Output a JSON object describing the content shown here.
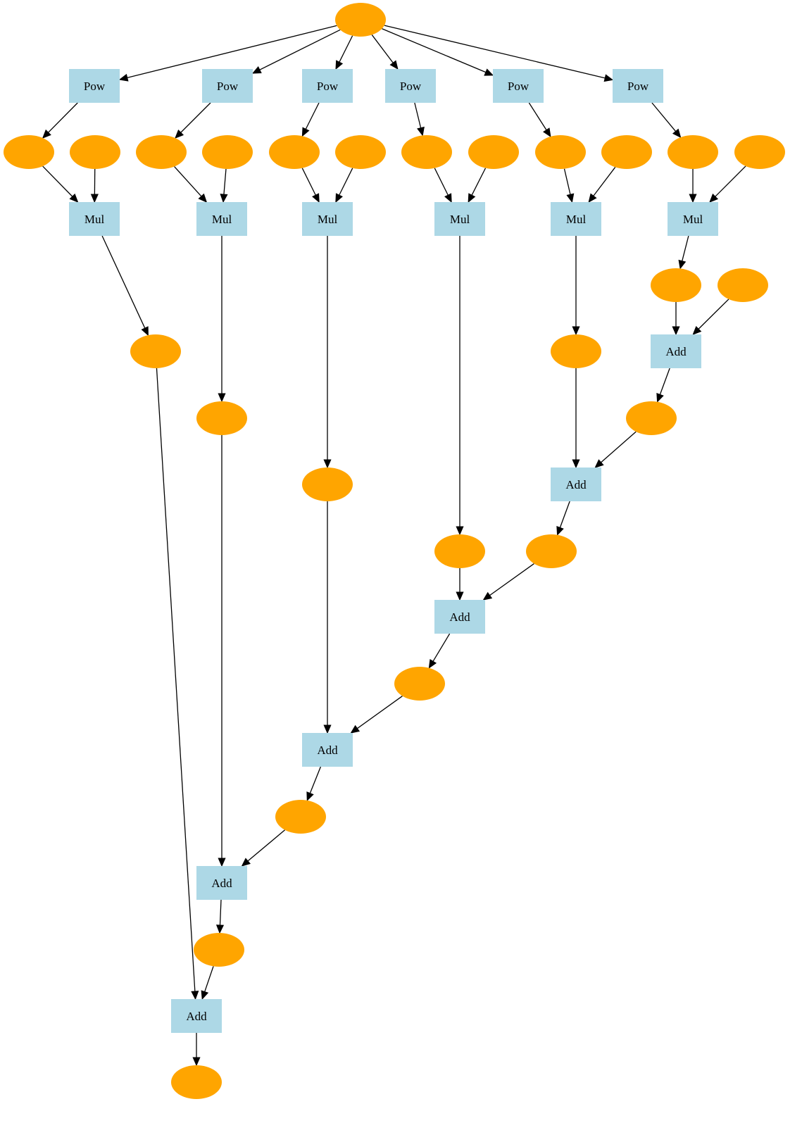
{
  "colors": {
    "value_node": "#FFA500",
    "op_node": "#ADD8E6",
    "edge": "#000000",
    "text": "#000000",
    "background": "#FFFFFF"
  },
  "ops": {
    "pow1": {
      "label": "Pow"
    },
    "pow2": {
      "label": "Pow"
    },
    "pow3": {
      "label": "Pow"
    },
    "pow4": {
      "label": "Pow"
    },
    "pow5": {
      "label": "Pow"
    },
    "pow6": {
      "label": "Pow"
    },
    "mul1": {
      "label": "Mul"
    },
    "mul2": {
      "label": "Mul"
    },
    "mul3": {
      "label": "Mul"
    },
    "mul4": {
      "label": "Mul"
    },
    "mul5": {
      "label": "Mul"
    },
    "mul6": {
      "label": "Mul"
    },
    "add1": {
      "label": "Add"
    },
    "add2": {
      "label": "Add"
    },
    "add3": {
      "label": "Add"
    },
    "add4": {
      "label": "Add"
    },
    "add5": {
      "label": "Add"
    },
    "add6": {
      "label": "Add"
    }
  },
  "value_nodes": [
    "root",
    "p1",
    "c1",
    "p2",
    "c2",
    "p3",
    "c3",
    "p4",
    "c4",
    "p5",
    "c5",
    "p6",
    "c6",
    "m1",
    "m2",
    "m3",
    "m4",
    "m5",
    "m6",
    "b0",
    "a1",
    "a2",
    "a3",
    "a4",
    "a5",
    "out"
  ],
  "edges": [
    [
      "root",
      "pow1"
    ],
    [
      "root",
      "pow2"
    ],
    [
      "root",
      "pow3"
    ],
    [
      "root",
      "pow4"
    ],
    [
      "root",
      "pow5"
    ],
    [
      "root",
      "pow6"
    ],
    [
      "pow1",
      "p1"
    ],
    [
      "pow2",
      "p2"
    ],
    [
      "pow3",
      "p3"
    ],
    [
      "pow4",
      "p4"
    ],
    [
      "pow5",
      "p5"
    ],
    [
      "pow6",
      "p6"
    ],
    [
      "p1",
      "mul1"
    ],
    [
      "c1",
      "mul1"
    ],
    [
      "p2",
      "mul2"
    ],
    [
      "c2",
      "mul2"
    ],
    [
      "p3",
      "mul3"
    ],
    [
      "c3",
      "mul3"
    ],
    [
      "p4",
      "mul4"
    ],
    [
      "c4",
      "mul4"
    ],
    [
      "p5",
      "mul5"
    ],
    [
      "c5",
      "mul5"
    ],
    [
      "p6",
      "mul6"
    ],
    [
      "c6",
      "mul6"
    ],
    [
      "mul1",
      "m1"
    ],
    [
      "mul2",
      "m2"
    ],
    [
      "mul3",
      "m3"
    ],
    [
      "mul4",
      "m4"
    ],
    [
      "mul5",
      "m5"
    ],
    [
      "mul6",
      "m6"
    ],
    [
      "m6",
      "add1"
    ],
    [
      "b0",
      "add1"
    ],
    [
      "add1",
      "a1"
    ],
    [
      "m5",
      "add2"
    ],
    [
      "a1",
      "add2"
    ],
    [
      "add2",
      "a2"
    ],
    [
      "m4",
      "add3"
    ],
    [
      "a2",
      "add3"
    ],
    [
      "add3",
      "a3"
    ],
    [
      "m3",
      "add4"
    ],
    [
      "a3",
      "add4"
    ],
    [
      "add4",
      "a4"
    ],
    [
      "m2",
      "add5"
    ],
    [
      "a4",
      "add5"
    ],
    [
      "add5",
      "a5"
    ],
    [
      "m1",
      "add6"
    ],
    [
      "a5",
      "add6"
    ],
    [
      "add6",
      "out"
    ]
  ]
}
